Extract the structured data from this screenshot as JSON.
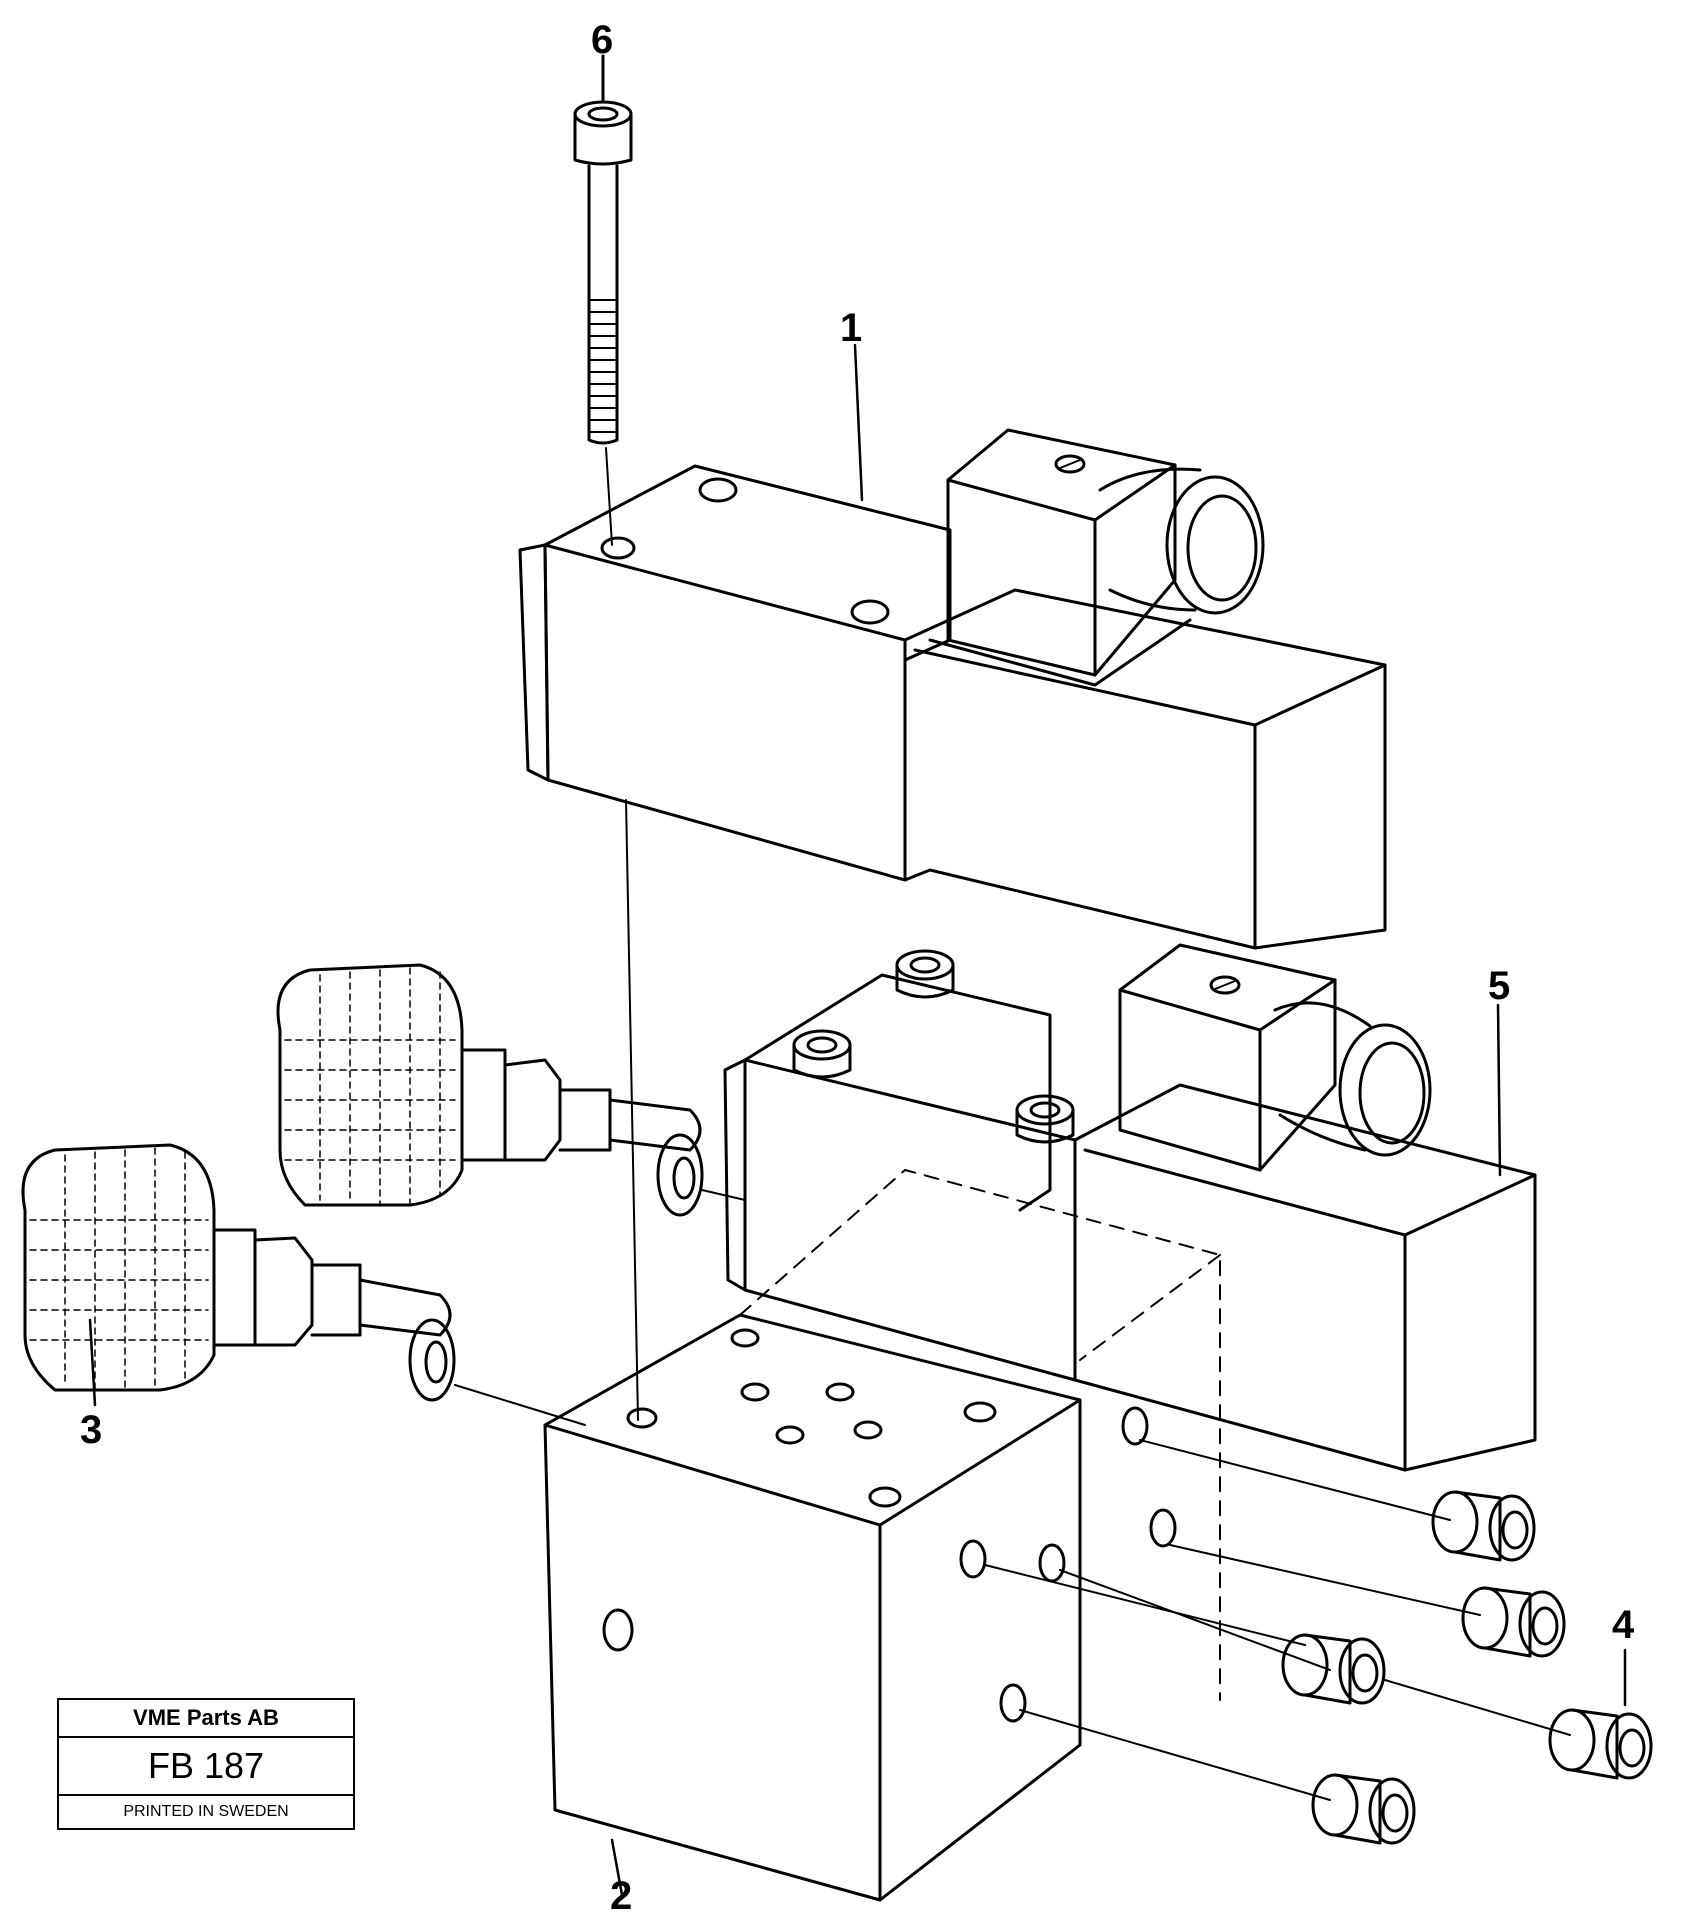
{
  "callouts": {
    "c1": "1",
    "c2": "2",
    "c3": "3",
    "c4": "4",
    "c5": "5",
    "c6": "6"
  },
  "stamp": {
    "company": "VME Parts AB",
    "code": "FB 187",
    "note": "PRINTED IN SWEDEN"
  },
  "colors": {
    "line": "#000000",
    "background": "#ffffff"
  }
}
